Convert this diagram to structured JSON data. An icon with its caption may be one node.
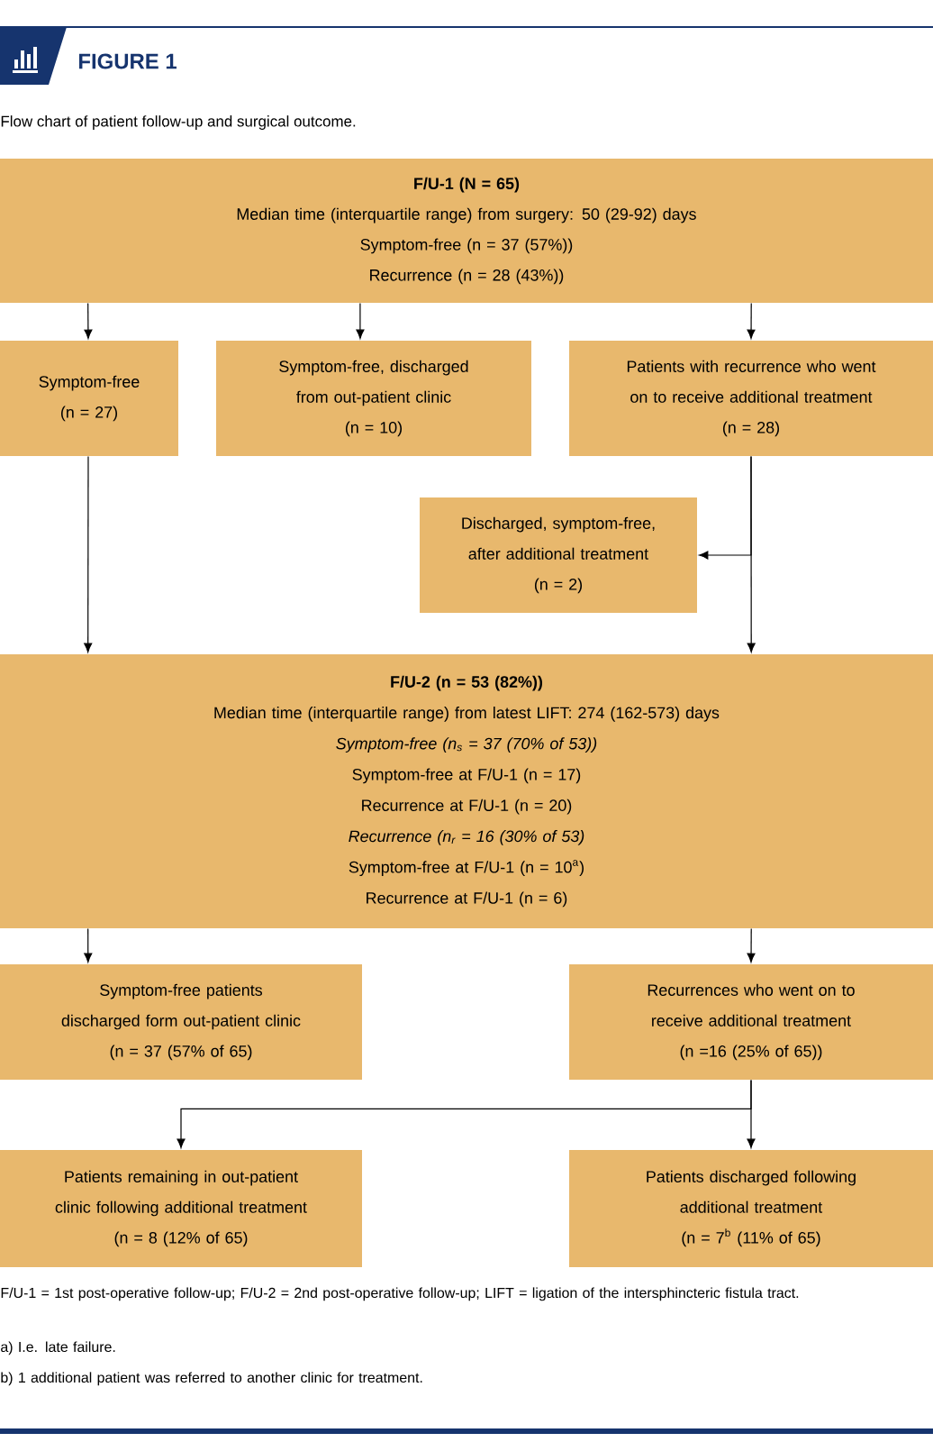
{
  "diagram": {
    "title": "FIGURE 1",
    "caption": "Flow chart of patient follow-up and surgical outcome.",
    "nodes": [
      {
        "text": [
          "F/U-1 (N = 65)",
          "Median time (interquartile range) from surgery: 50 (29-92) days",
          "Symptom-free (n = 37 (57%))",
          "Recurrence (n = 28 (43%))"
        ]
      },
      {
        "text": [
          "Symptom-free",
          "(n = 27)"
        ]
      },
      {
        "text": [
          "Symptom-free, discharged from out-patient clinic",
          "(n = 10)"
        ]
      },
      {
        "text": [
          "Patients with recurrence who went on to receive additional treatment",
          "(n = 28)"
        ]
      },
      {
        "text": [
          "Discharged, symptom-free, after additional treatment",
          "(n = 2)"
        ]
      },
      {
        "text": [
          "F/U-2 (n = 53 (82%))",
          "Median time (interquartile range) from latest LIFT: 274 (162-573) days",
          "Symptom-free (n$_{s}$ = 37 (70% of 53))",
          "Symptom-free at F/U-1 (n = 17)",
          "Recurrence at F/U-1 (n = 20)",
          "Recurrence (n$_{r}$ = 16 (30% of 53)",
          "Symptom-free at F/U-1 (n = 10$^{a}$)",
          "Recurrence at F/U-1 (n = 6)"
        ]
      },
      {
        "text": [
          "Symptom-free patients discharged form out-patient clinic",
          "(n = 37 (57% of 65)"
        ]
      },
      {
        "text": [
          "Recurrences who went on to receive additional treatment",
          "(n =16 (25% of 65))"
        ]
      },
      {
        "text": [
          "Patients remaining in out-patient clinic following additional treatment",
          "(n = 8 (12% of 65)"
        ]
      },
      {
        "text": [
          "Patients discharged following additional treatment",
          "(n = 7$^{b}$ (11% of 65)"
        ]
      }
    ],
    "edges": [
      {
        "from": 0,
        "to": 1,
        "arrow": "to"
      },
      {
        "from": 0,
        "to": 2,
        "arrow": "to"
      },
      {
        "from": 0,
        "to": 3,
        "arrow": "to"
      },
      {
        "from": 3,
        "to": 4,
        "arrow": "to"
      },
      {
        "from": 1,
        "to": 5,
        "arrow": "to"
      },
      {
        "from": 3,
        "to": 5,
        "arrow": "to"
      },
      {
        "from": 5,
        "to": 6,
        "arrow": "to"
      },
      {
        "from": 5,
        "to": 7,
        "arrow": "to"
      },
      {
        "from": 7,
        "to": 8,
        "arrow": "to"
      },
      {
        "from": 7,
        "to": 9,
        "arrow": "to"
      }
    ],
    "labels": [
      "F/U-1 = 1st post-operative follow-up; F/U-2 = 2nd post-operative follow-up; LIFT = ligation of the intersphincteric fistula tract.",
      "a) I.e. late failure.",
      "b) 1 additional patient was referred to another clinic for treatment."
    ]
  }
}
